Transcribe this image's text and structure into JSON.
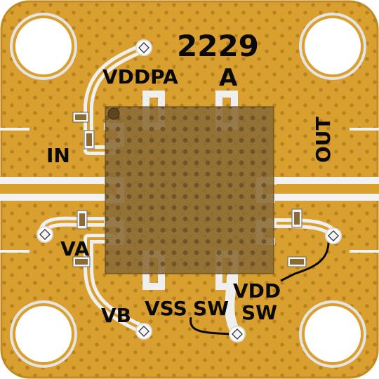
{
  "board": {
    "part_number": "2229",
    "revision": "A"
  },
  "pin_labels": {
    "vddpa": "VDDPA",
    "in": "IN",
    "out": "OUT",
    "va": "VA",
    "vb": "VB",
    "vss": "VSS",
    "sw": "SW",
    "vdd_sw_line1": "VDD",
    "vdd_sw_line2": "SW"
  },
  "colors": {
    "substrate": "#d9a030",
    "copper_edge": "#c28a22",
    "trace": "#efefef",
    "chip": "#8a6a35",
    "via": "#b07d22",
    "silkscreen": "#0a0a0a"
  }
}
